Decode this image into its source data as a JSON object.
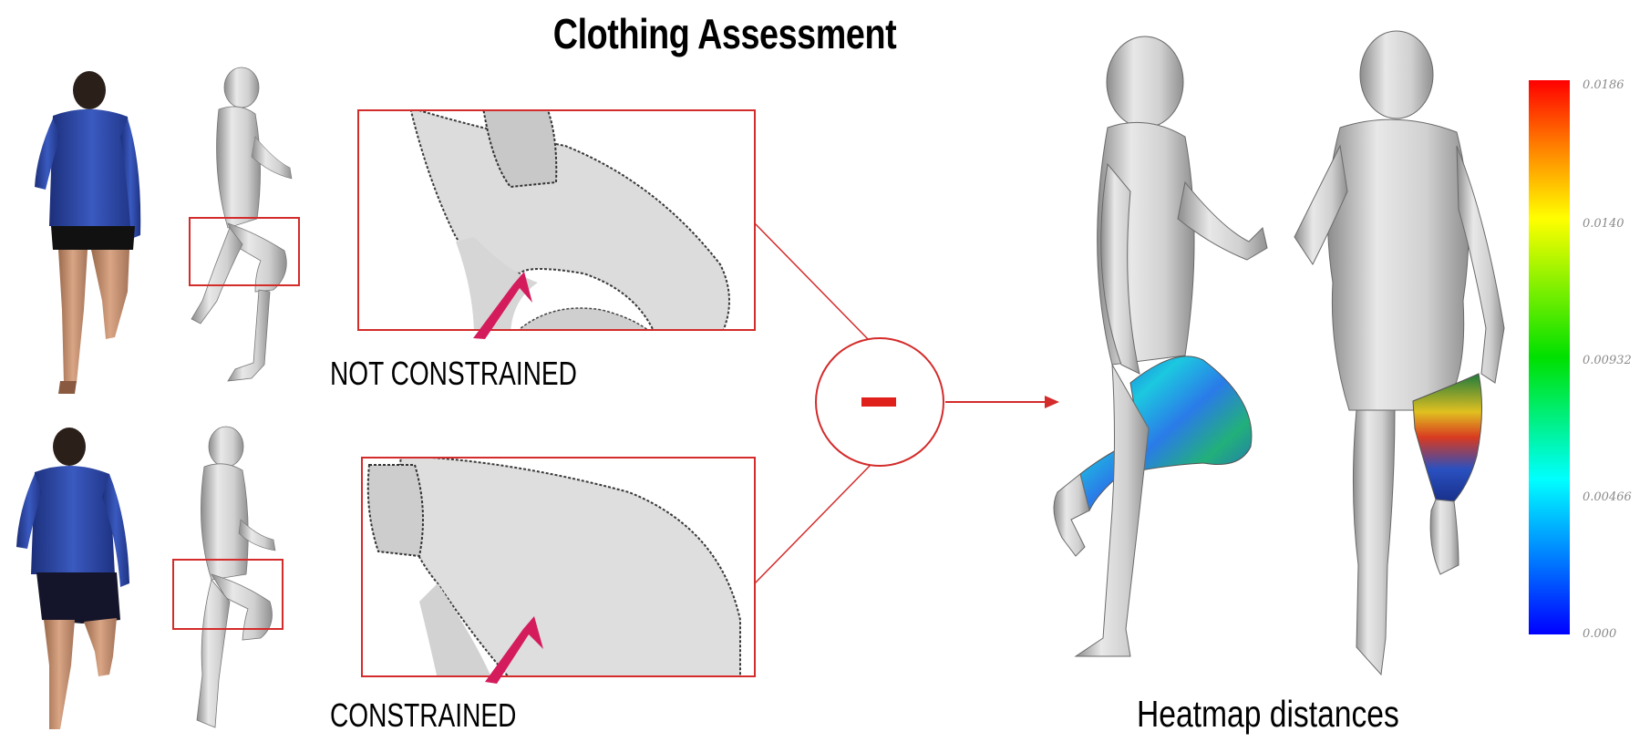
{
  "title": "Clothing Assessment",
  "captions": {
    "not_constrained": "NOT CONSTRAINED",
    "constrained": "CONSTRAINED",
    "heatmap": "Heatmap distances"
  },
  "operator_symbol": "−",
  "colorbar": {
    "ticks": [
      "0.0186",
      "0.0140",
      "0.00932",
      "0.00466",
      "0.000"
    ],
    "colors": [
      "#ff0000",
      "#ffff00",
      "#00ff00",
      "#00ffff",
      "#0000ff"
    ]
  },
  "colors": {
    "accent_red": "#d42b2b",
    "arrow_pink": "#d41c5c",
    "shirt_blue": "#2d4aa8"
  }
}
